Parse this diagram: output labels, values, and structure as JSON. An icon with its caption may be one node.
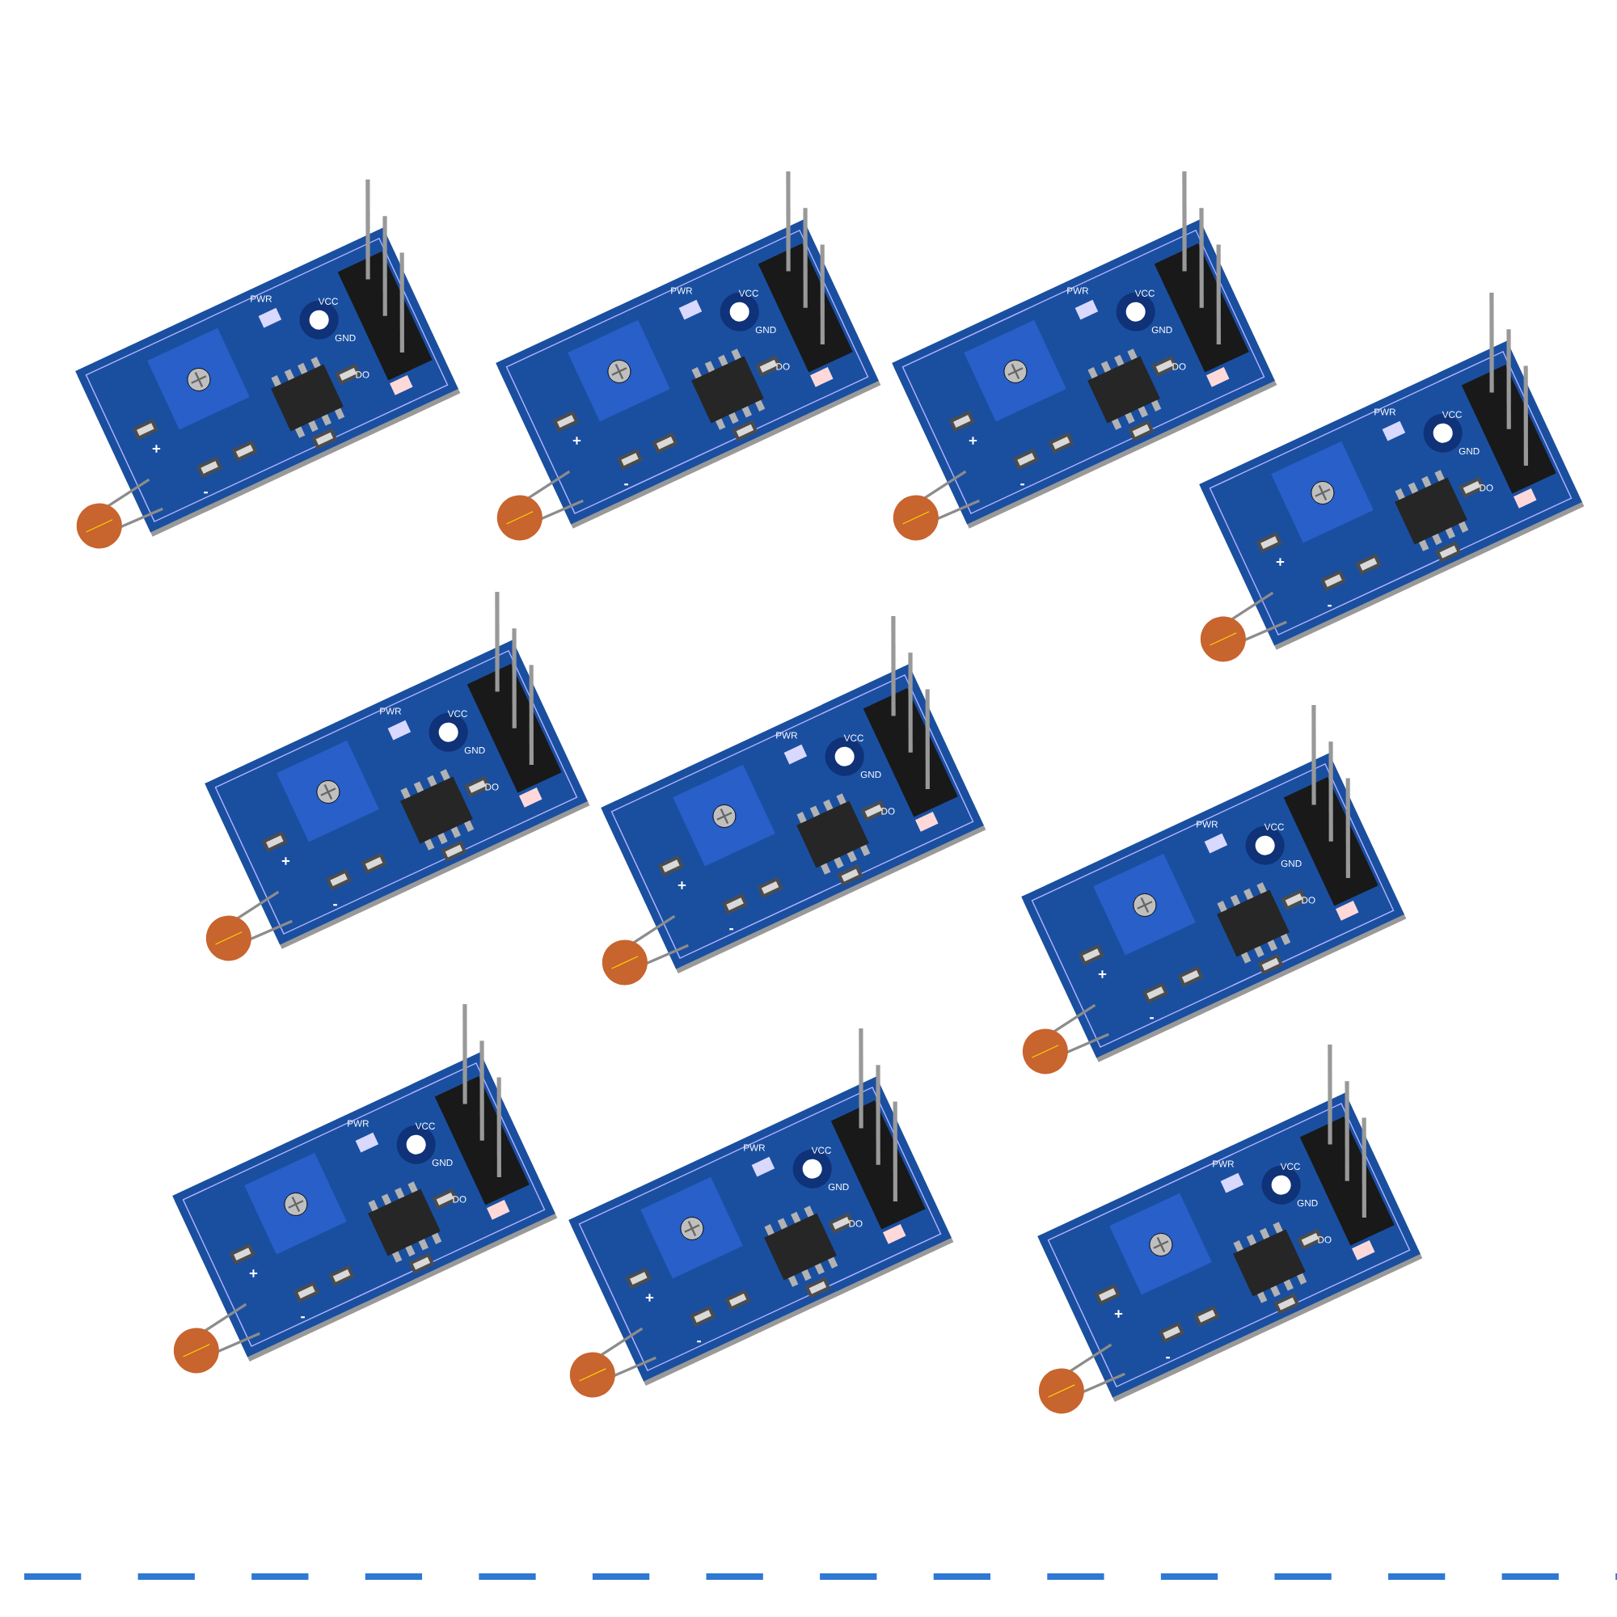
{
  "diagram": {
    "labels": [
      "DO",
      "GND",
      "VCC",
      "PWR",
      "+",
      "-",
      "DO",
      "GND",
      "VCC",
      "PWR",
      "+",
      "-",
      "DO",
      "GND",
      "VCC",
      "PWR",
      "+",
      "-",
      "DO",
      "GND",
      "VCC",
      "PWR",
      "+",
      "-",
      "DO",
      "GND",
      "VCC",
      "PWR",
      "+",
      "-",
      "DO",
      "GND",
      "VCC",
      "PWR",
      "+",
      "-",
      "DO",
      "GND",
      "VCC",
      "PWR",
      "+",
      "-",
      "DO",
      "GND",
      "VCC",
      "PWR",
      "+",
      "-",
      "DO",
      "GND",
      "VCC",
      "PWR",
      "+",
      "-",
      "DO",
      "GND",
      "VCC",
      "PWR",
      "+",
      "-"
    ]
  }
}
